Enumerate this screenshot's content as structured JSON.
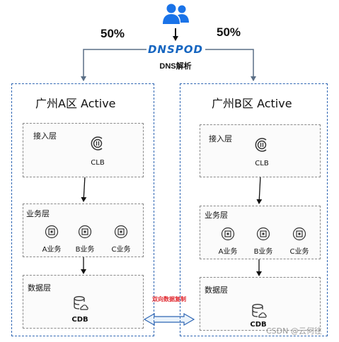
{
  "top": {
    "left_percent": "50%",
    "right_percent": "50%",
    "dnspod_logo": "DNSPOD",
    "dns_label": "DNS解析",
    "users_icon": "users-icon"
  },
  "zone_a": {
    "title": "广州A区 Active",
    "access_layer": {
      "title": "接入层",
      "clb": "CLB"
    },
    "business_layer": {
      "title": "业务层",
      "nodes": [
        "A业务",
        "B业务",
        "C业务"
      ]
    },
    "data_layer": {
      "title": "数据层",
      "cdb": "CDB"
    }
  },
  "zone_b": {
    "title": "广州B区 Active",
    "access_layer": {
      "title": "接入层",
      "clb": "CLB"
    },
    "business_layer": {
      "title": "业务层",
      "nodes": [
        "A业务",
        "B业务",
        "C业务"
      ]
    },
    "data_layer": {
      "title": "数据层",
      "cdb": "CDB"
    }
  },
  "sync_label": "双向数据复制",
  "watermark": "CSDN @云何往",
  "colors": {
    "zone_border": "#2f66b3",
    "brand_blue": "#1565c0",
    "sync_red": "#e0262d",
    "arrow": "#111111",
    "connector": "#5a6e86"
  }
}
